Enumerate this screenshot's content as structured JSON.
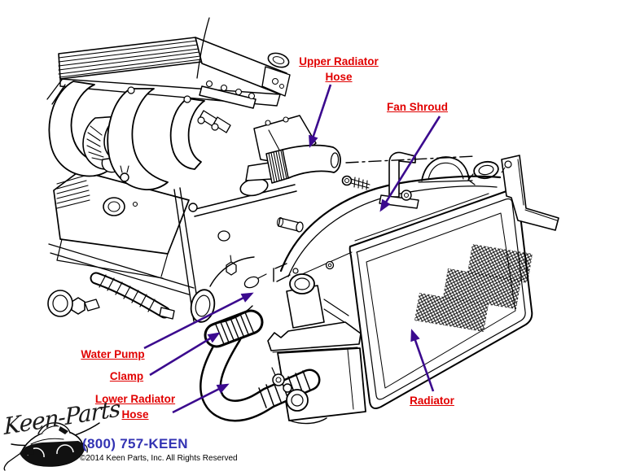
{
  "callouts": {
    "upper_radiator_hose": "Upper Radiator Hose",
    "fan_shroud": "Fan Shroud",
    "water_pump": "Water Pump",
    "clamp": "Clamp",
    "lower_radiator_hose": "Lower Radiator Hose",
    "radiator": "Radiator"
  },
  "footer": {
    "logo_script": "Keen-Parts",
    "phone": "(800) 757-KEEN",
    "copyright": "©2014 Keen Parts, Inc. All Rights Reserved"
  },
  "colors": {
    "label_red": "#e10000",
    "arrow_purple": "#3b0a8e",
    "phone_blue": "#3333b3",
    "line_black": "#000000"
  }
}
